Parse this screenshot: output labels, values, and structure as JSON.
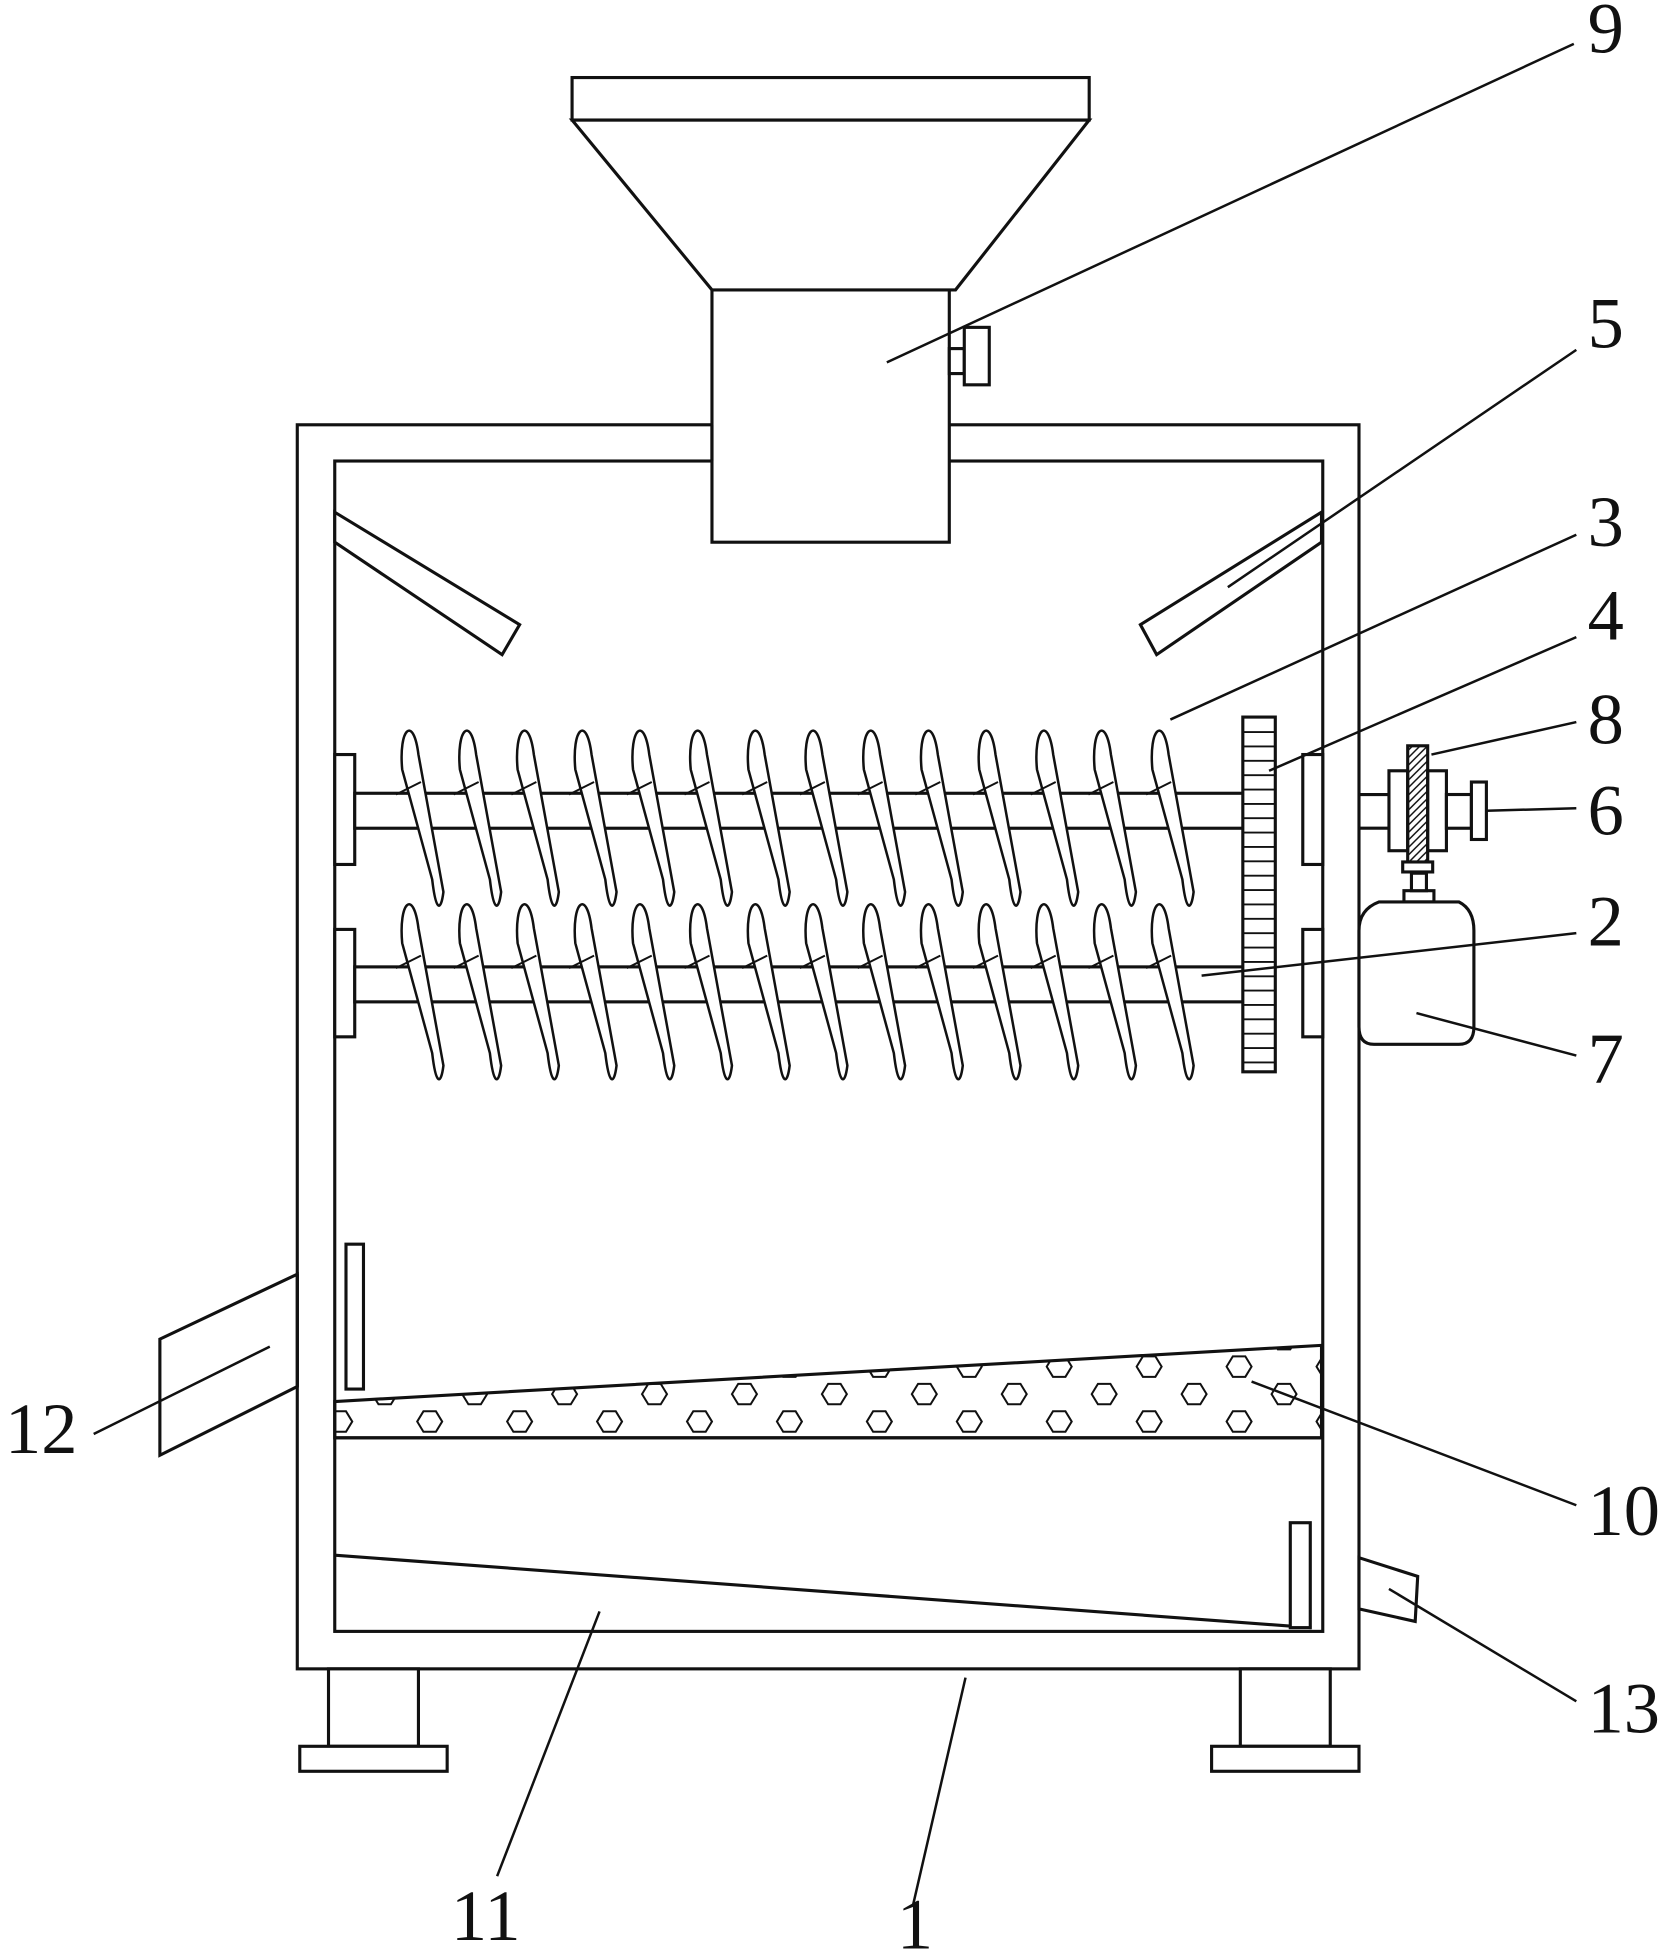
{
  "figure": {
    "labels": [
      {
        "id": "label-1",
        "text": "1"
      },
      {
        "id": "label-2",
        "text": "2"
      },
      {
        "id": "label-3",
        "text": "3"
      },
      {
        "id": "label-4",
        "text": "4"
      },
      {
        "id": "label-5",
        "text": "5"
      },
      {
        "id": "label-6",
        "text": "6"
      },
      {
        "id": "label-7",
        "text": "7"
      },
      {
        "id": "label-8",
        "text": "8"
      },
      {
        "id": "label-9",
        "text": "9"
      },
      {
        "id": "label-10",
        "text": "10"
      },
      {
        "id": "label-11",
        "text": "11"
      },
      {
        "id": "label-12",
        "text": "12"
      },
      {
        "id": "label-13",
        "text": "13"
      }
    ]
  }
}
